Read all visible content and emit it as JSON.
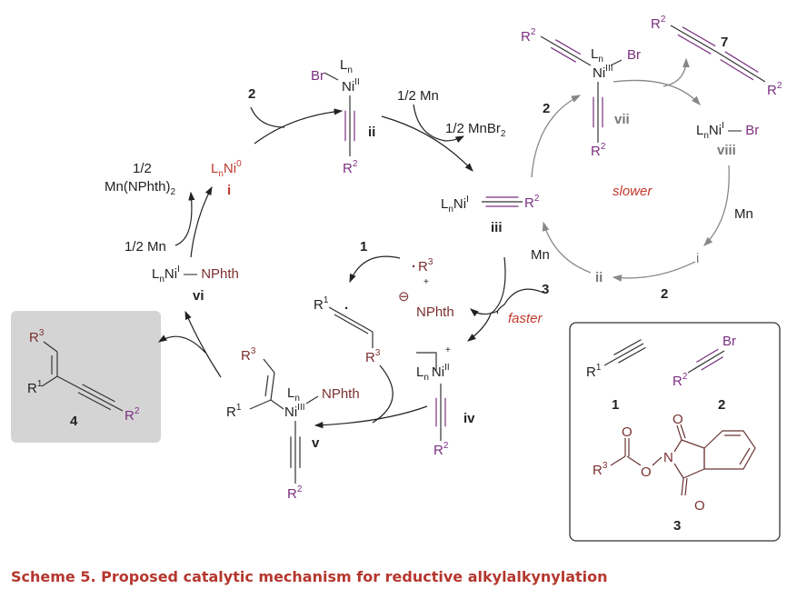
{
  "caption": "Scheme 5.  Proposed catalytic mechanism for reductive alkylalkynylation",
  "colors": {
    "black": "#222222",
    "purple": "#7b2f80",
    "brown": "#7a2f2f",
    "red": "#c0392b",
    "grey_box": "#d4d4d4",
    "caption": "#b5372e"
  },
  "common": {
    "L": "L",
    "n": "n",
    "Ni": "Ni",
    "Br": "Br",
    "R": "R",
    "one": "1",
    "two": "2",
    "three": "3",
    "NPhth": "NPhth",
    "bond": "—",
    "plus": "+",
    "minus": "⊖",
    "dot": "·",
    "O": "O",
    "N": "N"
  },
  "species": {
    "i": {
      "ox": "0",
      "label": "i"
    },
    "ii": {
      "ox": "II",
      "label": "ii"
    },
    "iii": {
      "ox": "I",
      "label": "iii"
    },
    "iv": {
      "ox": "II",
      "label": "iv"
    },
    "v": {
      "ox": "III",
      "label": "v"
    },
    "vi": {
      "ox": "I",
      "label": "vi"
    },
    "vii": {
      "ox": "III",
      "label": "vii"
    },
    "viii": {
      "ox": "I",
      "label": "viii"
    }
  },
  "reagents": {
    "half_mn": "1/2 Mn",
    "half_mnbr2": "1/2 MnBr",
    "half": "1/2",
    "mn_nphth2": "Mn(NPhth)",
    "mn": "Mn",
    "slower": "slower",
    "faster": "faster"
  },
  "compounds": {
    "c1": "1",
    "c2": "2",
    "c3": "3",
    "c4": "4",
    "c7": "7"
  },
  "minor_cycle": {
    "i": "i",
    "ii": "ii"
  }
}
